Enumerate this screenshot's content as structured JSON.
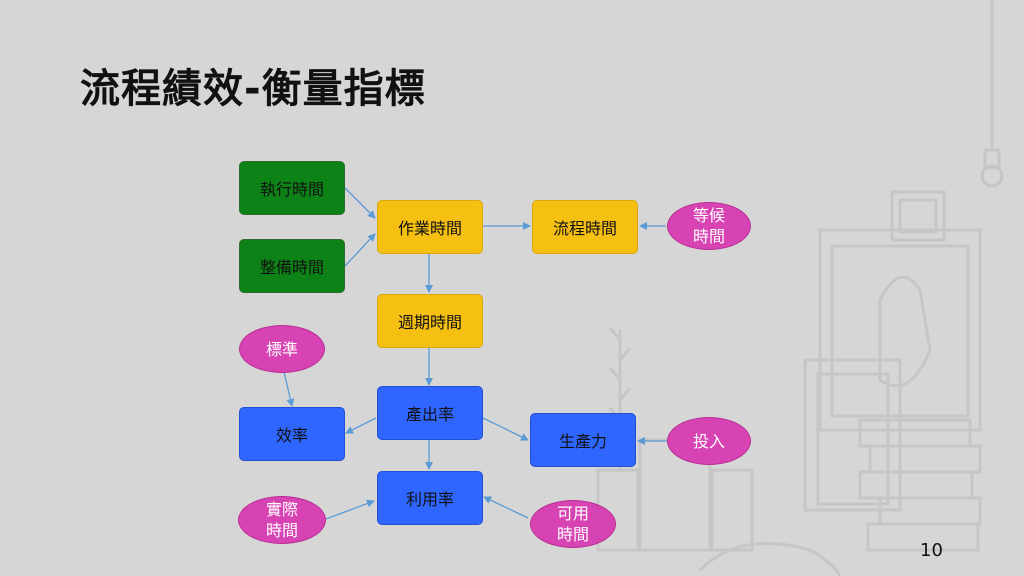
{
  "title": "流程績效-衡量指標",
  "page_number": "10",
  "nodes": {
    "exec_time": "執行時間",
    "setup_time": "整備時間",
    "operation_time": "作業時間",
    "process_time": "流程時間",
    "wait_time": "等候\n時間",
    "cycle_time": "週期時間",
    "standard": "標準",
    "efficiency": "效率",
    "output_rate": "產出率",
    "productivity": "生產力",
    "input": "投入",
    "utilization": "利用率",
    "actual_time": "實際\n時間",
    "available_time": "可用\n時間"
  },
  "colors": {
    "green": "#0d8217",
    "yellow": "#f5c012",
    "blue": "#2f66ff",
    "magenta": "#d743b2",
    "arrow": "#5b9bd5"
  }
}
